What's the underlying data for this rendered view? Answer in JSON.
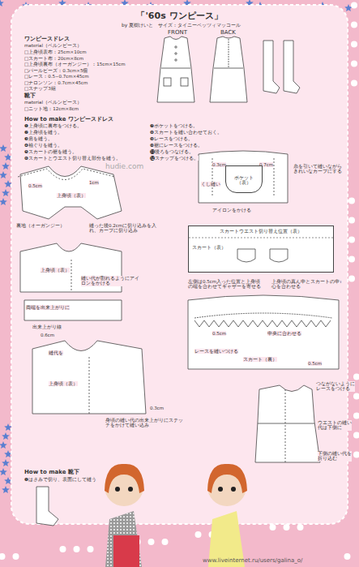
{
  "diagram": {
    "title": "「'60s ワンピース」",
    "nodes": [
      {
        "text": [
          "スカートウエスト切り替え位置（表）",
          "スカート（表）"
        ]
      },
      {
        "text": [
          "ポケット（表）"
        ]
      }
    ],
    "labels": [
      "by 夏樹けいと　サイズ：タイニーベッツィマッコール",
      "FRONT",
      "BACK",
      "ワンピースドレス",
      "material（ベルンピース）",
      "□上身頃表布：25cm×10cm",
      "□スカート布：20cm×8cm",
      "□上身頃裏布（オーガンジー）：15cm×15cm",
      "□パールビーズ：0.3cm×5個",
      "□レース：0.5~0.7cm×45cm",
      "□ナロンソン：0.7cm×45cm",
      "□スナップ3組",
      "靴下",
      "material（ベルンピース）",
      "□ニット地：12cm×8cm",
      "How to make ワンピースドレス",
      "❶上身頃に裏布をつける。",
      "❷上身頃を縫う。",
      "❸肩を縫う。",
      "❹袖ぐりを縫う。",
      "❺スカートの裾を縫う。",
      "❻スカートとウエスト切り替え部分を縫う。",
      "❼ポケットをつける。",
      "❽スカートを縫い合わせておく。",
      "❾レースをつける。",
      "❿裾にレースをつける。",
      "⓫後ろをつなげる。",
      "⓬スナップをつける。",
      "hudie.com",
      "0.5cm",
      "1cm",
      "上身頃（表）",
      "裏地（オーガンジー）",
      "縫った後0.2cmに切り込みを入れ、カーブに切り込み",
      "上身頃（表）",
      "縫い代が割れるようにアイロンをかける",
      "両端を出来上がりに",
      "出来上がり線",
      "0.6cm",
      "縫代を",
      "上身頃（表）",
      "0.3cm",
      "身頃の縫い代の出来上がりにステッチをかけて縫い込み",
      "0.3cm",
      "0.7cm",
      "くし縫い",
      "糸を引いて縫いながらきれいなカーブにする",
      "アイロンをかける",
      "ポケット（表）",
      "0.5cm",
      "左側は0.5cm入った位置と上身頃の端を合わせてギャザーを寄せる",
      "上身頃の真ん中とスカートの中心を合わせる",
      "0.5cm",
      "中央に合わせる",
      "レースを縫いつける",
      "スカート（裏）",
      "0.5cm",
      "つながないようにレースをつける",
      "ウエストの縫い代は下側に",
      "下側の縫い代を折り込む",
      "How to make 靴下",
      "❶はさみで切り、表面にして縫う",
      "www.liveinternet.ru/users/galina_o/"
    ]
  }
}
